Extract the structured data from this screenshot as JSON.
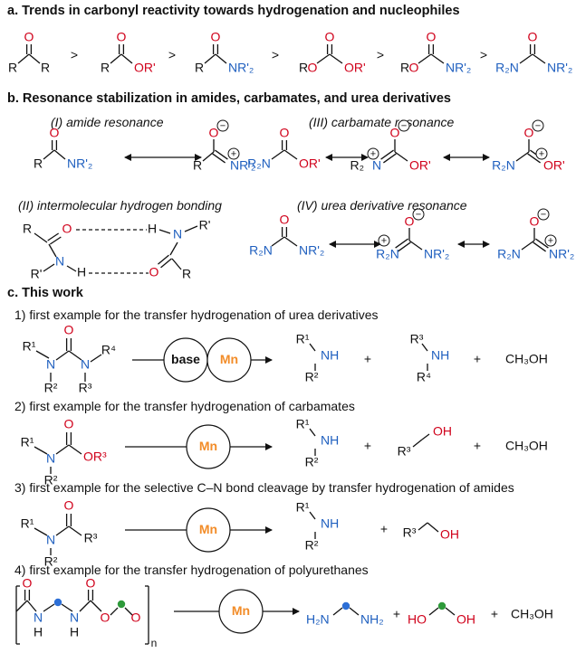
{
  "colors": {
    "oxygen": "#d0021b",
    "nitrogen": "#1f5fbf",
    "mn": "#f28c28",
    "blue_node": "#2d6fd6",
    "green_node": "#2e9a3a",
    "bond": "#111111"
  },
  "section_a": {
    "title": "a. Trends in carbonyl reactivity towards hydrogenation and nucleophiles",
    "gt": ">"
  },
  "section_b": {
    "title": "b. Resonance stabilization in amides, carbamates, and urea derivatives",
    "labels": {
      "amide": "(I) amide resonance",
      "carbamate": "(III) carbamate resonance",
      "hbond": "(II) intermolecular hydrogen bonding",
      "urea": "(IV) urea derivative resonance"
    }
  },
  "section_c": {
    "title": "c. This work",
    "items": [
      "1) first example for the transfer hydrogenation of urea derivatives",
      "2) first example for the transfer hydrogenation of carbamates",
      "3) first example for the selective C–N bond cleavage by transfer hydrogenation of amides",
      "4) first example for the transfer hydrogenation of polyurethanes"
    ],
    "catalyst": "Mn",
    "base": "base",
    "plus": "+",
    "methanol": "CH₃OH"
  },
  "atoms": {
    "O": "O",
    "N": "N",
    "H": "H",
    "R": "R",
    "Rp": "R'",
    "NRp2": "NR'₂",
    "R2N": "R₂N",
    "OR": "OR'",
    "OH": "OH",
    "NH": "NH",
    "NH2": "NH₂",
    "H2N": "H₂N",
    "HO": "HO",
    "R1": "R¹",
    "R2": "R²",
    "R3": "R³",
    "R4": "R⁴",
    "n": "n",
    "minus": "−",
    "plus": "+"
  }
}
